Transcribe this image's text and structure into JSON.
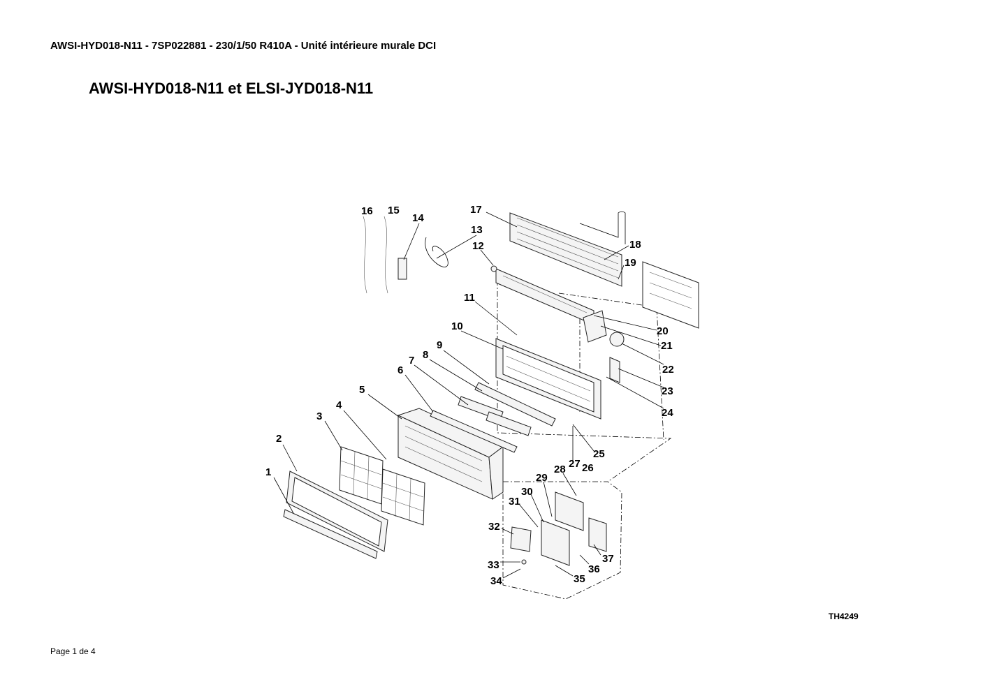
{
  "header": {
    "doc_line": "AWSI-HYD018-N11 - 7SP022881 - 230/1/50 R410A - Unité intérieure murale DCI",
    "title": "AWSI-HYD018-N11 et ELSI-JYD018-N11"
  },
  "diagram": {
    "callouts": [
      "1",
      "2",
      "3",
      "4",
      "5",
      "6",
      "7",
      "8",
      "9",
      "10",
      "11",
      "12",
      "13",
      "14",
      "15",
      "16",
      "17",
      "18",
      "19",
      "20",
      "21",
      "22",
      "23",
      "24",
      "25",
      "26",
      "27",
      "28",
      "29",
      "30",
      "31",
      "32",
      "33",
      "34",
      "35",
      "36",
      "37"
    ]
  },
  "footer": {
    "reference": "TH4249",
    "page": "Page 1 de 4"
  }
}
